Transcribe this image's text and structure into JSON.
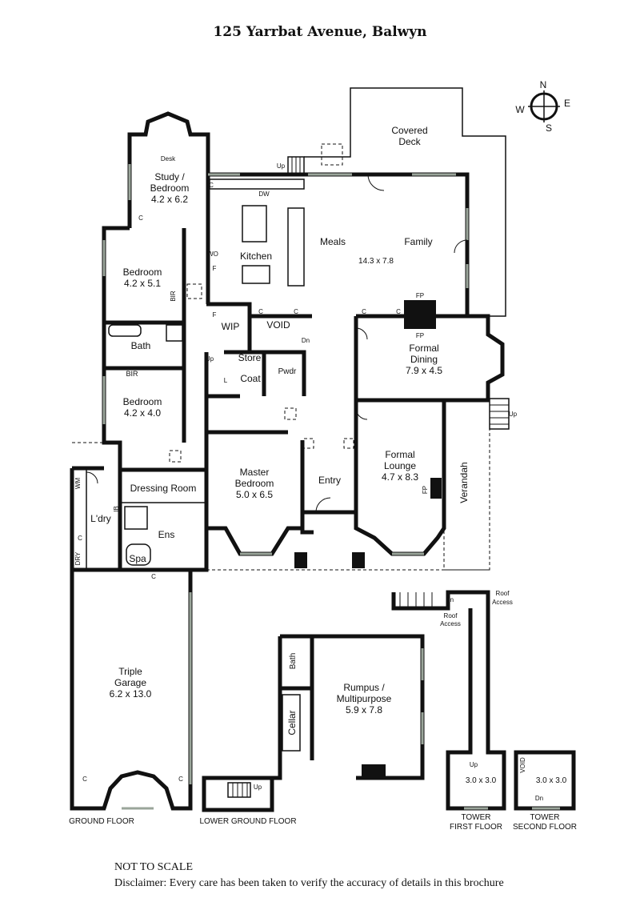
{
  "title": "125 Yarrbat Avenue, Balwyn",
  "compass": {
    "n": "N",
    "e": "E",
    "s": "S",
    "w": "W"
  },
  "rooms": {
    "covered_deck": {
      "line1": "Covered",
      "line2": "Deck"
    },
    "study": {
      "line1": "Study /",
      "line2": "Bedroom",
      "dims": "4.2 x 6.2"
    },
    "desk": "Desk",
    "kitchen": "Kitchen",
    "meals": "Meals",
    "family": "Family",
    "living_dims": "14.3 x 7.8",
    "bedroom1": {
      "name": "Bedroom",
      "dims": "4.2 x 5.1"
    },
    "bath": "Bath",
    "bir": "BIR",
    "bedroom2": {
      "name": "Bedroom",
      "dims": "4.2 x 4.0"
    },
    "wip": "WIP",
    "void": "VOID",
    "store": "Store",
    "coat": "Coat",
    "pwdr": "Pwdr",
    "formal_dining": {
      "line1": "Formal",
      "line2": "Dining",
      "dims": "7.9 x 4.5"
    },
    "master": {
      "line1": "Master",
      "line2": "Bedroom",
      "dims": "5.0 x 6.5"
    },
    "entry": "Entry",
    "formal_lounge": {
      "line1": "Formal",
      "line2": "Lounge",
      "dims": "4.7 x 8.3"
    },
    "verandah": "Verandah",
    "dressing": "Dressing Room",
    "ens": "Ens",
    "spa": "Spa",
    "ldry": "L'dry",
    "wm": "WM",
    "dry": "DRY",
    "garage": {
      "line1": "Triple",
      "line2": "Garage",
      "dims": "6.2 x 13.0"
    },
    "cellar": "Cellar",
    "rumpus": {
      "line1": "Rumpus /",
      "line2": "Multipurpose",
      "dims": "5.9 x 7.8"
    },
    "tower1_dims": "3.0 x 3.0",
    "tower2_dims": "3.0 x 3.0"
  },
  "small": {
    "c": "C",
    "f": "F",
    "l": "L",
    "wo": "WO",
    "dw": "DW",
    "fp": "FP",
    "ib": "IB",
    "up": "Up",
    "dn": "Dn",
    "void": "VOID"
  },
  "roof_access": {
    "line1": "Roof",
    "line2": "Access"
  },
  "floors": {
    "ground": "GROUND FLOOR",
    "lower": "LOWER GROUND FLOOR",
    "tower1_l1": "TOWER",
    "tower1_l2": "FIRST FLOOR",
    "tower2_l1": "TOWER",
    "tower2_l2": "SECOND FLOOR"
  },
  "footer": {
    "not_to_scale": "NOT TO SCALE",
    "disclaimer": "Disclaimer: Every care has been taken to verify the accuracy of details in this brochure"
  }
}
